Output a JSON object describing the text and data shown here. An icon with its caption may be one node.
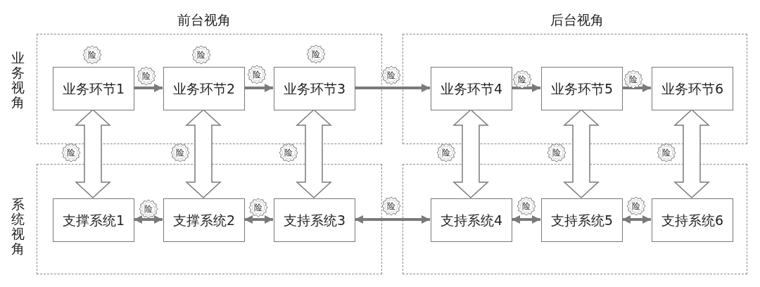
{
  "diagram": {
    "nodes": [
      {
        "text": [],
        "shape": "box"
      },
      {
        "text": [],
        "shape": "box"
      },
      {
        "text": [],
        "shape": "box"
      },
      {
        "text": [],
        "shape": "box"
      },
      {
        "text": [
          "业务环节1"
        ],
        "in": 0
      },
      {
        "text": [
          "业务环节2"
        ],
        "in": 0
      },
      {
        "text": [
          "业务环节3"
        ],
        "in": 0
      },
      {
        "text": [
          "业务环节4"
        ],
        "in": 1
      },
      {
        "text": [
          "业务环节5"
        ],
        "in": 1
      },
      {
        "text": [
          "业务环节6"
        ],
        "in": 1
      },
      {
        "text": [
          "支撑系统1"
        ],
        "in": 2
      },
      {
        "text": [
          "支撑系统2"
        ],
        "in": 2
      },
      {
        "text": [
          "支持系统3"
        ],
        "in": 2
      },
      {
        "text": [
          "支持系统4"
        ],
        "in": 3
      },
      {
        "text": [
          "支持系统5"
        ],
        "in": 3
      },
      {
        "text": [
          "支持系统6"
        ],
        "in": 3
      },
      {
        "text": [
          "险"
        ],
        "in": 0
      },
      {
        "text": [
          "险"
        ],
        "in": 0
      },
      {
        "text": [
          "险"
        ],
        "in": 0
      },
      {
        "text": [
          "险"
        ],
        "in": 0
      },
      {
        "text": [
          "险"
        ],
        "in": 0
      },
      {
        "text": [
          "险"
        ]
      },
      {
        "text": [
          "险"
        ],
        "in": 1
      },
      {
        "text": [
          "险"
        ],
        "in": 1
      },
      {
        "text": [
          "险"
        ]
      },
      {
        "text": [
          "险"
        ]
      },
      {
        "text": [
          "险"
        ]
      },
      {
        "text": [
          "险"
        ]
      },
      {
        "text": [
          "险"
        ]
      },
      {
        "text": [
          "险"
        ]
      },
      {
        "text": [
          "险"
        ],
        "in": 2
      },
      {
        "text": [
          "险"
        ],
        "in": 2
      },
      {
        "text": [
          "险"
        ]
      },
      {
        "text": [
          "险"
        ],
        "in": 3
      },
      {
        "text": [
          "险"
        ],
        "in": 3
      }
    ],
    "edges": [
      {
        "from": 4,
        "to": 5,
        "arrow": "to"
      },
      {
        "from": 5,
        "to": 6,
        "arrow": "to"
      },
      {
        "from": 6,
        "to": 7,
        "arrow": "to"
      },
      {
        "from": 7,
        "to": 8,
        "arrow": "to"
      },
      {
        "from": 8,
        "to": 9,
        "arrow": "to"
      },
      {
        "from": 4,
        "to": 10,
        "arrow": "both",
        "style": "thick"
      },
      {
        "from": 5,
        "to": 11,
        "arrow": "both",
        "style": "thick"
      },
      {
        "from": 6,
        "to": 12,
        "arrow": "both",
        "style": "thick"
      },
      {
        "from": 7,
        "to": 13,
        "arrow": "both",
        "style": "thick"
      },
      {
        "from": 8,
        "to": 14,
        "arrow": "both",
        "style": "thick"
      },
      {
        "from": 9,
        "to": 15,
        "arrow": "both",
        "style": "thick"
      },
      {
        "from": 10,
        "to": 11,
        "arrow": "both"
      },
      {
        "from": 11,
        "to": 12,
        "arrow": "both"
      },
      {
        "from": 12,
        "to": 13,
        "arrow": "both"
      },
      {
        "from": 13,
        "to": 14,
        "arrow": "both"
      },
      {
        "from": 14,
        "to": 15,
        "arrow": "both"
      }
    ],
    "labels": [
      "前台视角",
      "后台视角",
      "业务视角",
      "系统视角"
    ]
  }
}
